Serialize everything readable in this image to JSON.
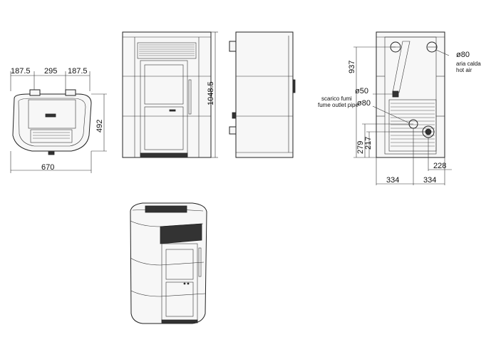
{
  "top_view": {
    "dim_left": "187.5",
    "dim_middle": "295",
    "dim_right": "187.5",
    "dim_depth": "492",
    "dim_width": "670"
  },
  "front_view": {
    "dim_height": "1048.5"
  },
  "rear_view": {
    "dim_937": "937",
    "hot_air_diameter": "ø80",
    "hot_air_label_it": "aria calda",
    "hot_air_label_en": "hot air",
    "intake_diameter": "ø50",
    "fume_diameter": "ø80",
    "fume_label_it": "scarico fumi",
    "fume_label_en": "fume outlet pipe",
    "dim_279": "279",
    "dim_217": "217",
    "dim_228": "228",
    "dim_334_left": "334",
    "dim_334_right": "334"
  }
}
